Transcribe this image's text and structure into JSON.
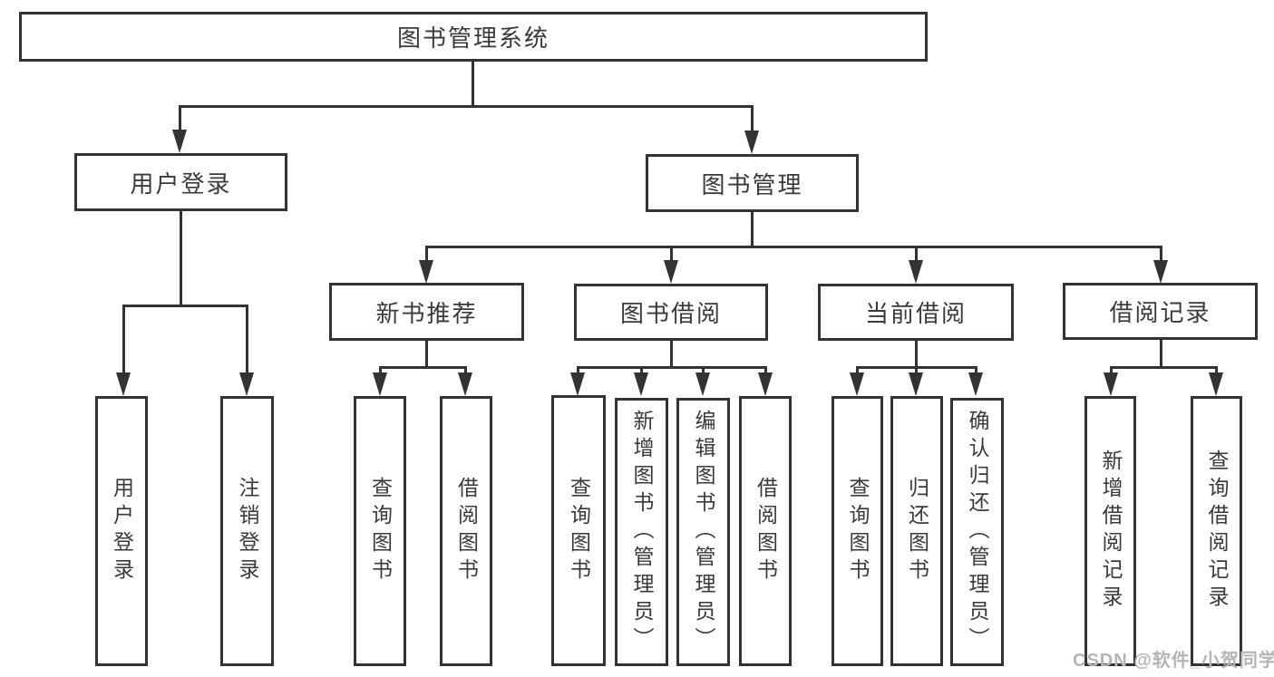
{
  "diagram": {
    "title": "图书管理系统",
    "line_color": "#333333",
    "box_border_color": "#333333",
    "background_color": "#ffffff",
    "level2": [
      {
        "label": "用户登录",
        "children": [
          "用户登录",
          "注销登录"
        ]
      },
      {
        "label": "图书管理"
      }
    ],
    "level3": [
      {
        "label": "新书推荐",
        "children": [
          "查询图书",
          "借阅图书"
        ]
      },
      {
        "label": "图书借阅",
        "children": [
          "查询图书",
          "新增图书（管理员）",
          "编辑图书（管理员）",
          "借阅图书"
        ]
      },
      {
        "label": "当前借阅",
        "children": [
          "查询图书",
          "归还图书",
          "确认归还（管理员）"
        ]
      },
      {
        "label": "借阅记录",
        "children": [
          "新增借阅记录",
          "查询借阅记录"
        ]
      }
    ]
  },
  "watermark": {
    "text": "CSDN @软件_小贺同学",
    "color": "#b5b5b5"
  }
}
